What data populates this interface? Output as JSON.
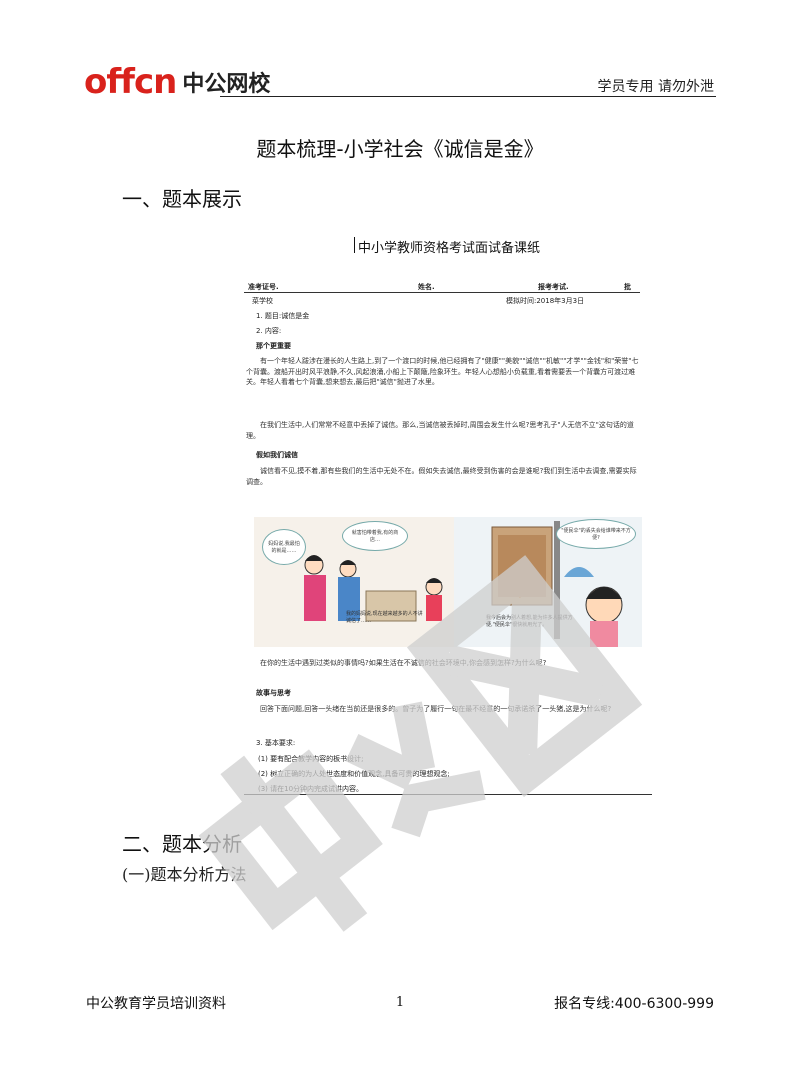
{
  "header": {
    "logo_en": "offcn",
    "logo_cn": "中公网校",
    "right_text": "学员专用  请勿外泄"
  },
  "title": "题本梳理-小学社会《诚信是金》",
  "section1": "一、题本展示",
  "embedded": {
    "doc_title": "中小学教师资格考试面试备课纸",
    "row1": {
      "a": "准考证号.",
      "b": "姓名.",
      "c": "报考考试.",
      "d": "批"
    },
    "row2": {
      "a": "菜学校",
      "b": "模拟时间:2018年3月3日"
    },
    "item1": "1. 题目:诚信是金",
    "item2": "2. 内容:",
    "h_story": "那个更重要",
    "p_story": "有一个年轻人跋涉在漫长的人生路上,到了一个渡口的时候,他已经拥有了\"健康\"\"美貌\"\"诚信\"\"机敏\"\"才学\"\"金钱\"和\"荣誉\"七个背囊。渡船开出时风平浪静,不久,风起浪涌,小船上下颠簸,险象环生。年轻人心想船小负载重,看着需要丢一个背囊方可渡过难关。年轻人看着七个背囊,想来想去,最后把\"诚信\"抛进了水里。",
    "p_question": "在我们生活中,人们常常不经意中丢掉了诚信。那么,当诚信被丢掉时,周围会发生什么呢?思考孔子\"人无信不立\"这句话的道理。",
    "h_wrong": "假如我们诚信",
    "p_wrong": "诚信看不见,摸不着,那有些我们的生活中无处不在。假如失去诚信,最终受到伤害的会是谁呢?我们到生活中去调查,需要实际调查。",
    "bubble1": "妈妈说,我最怕的就是……",
    "bubble2": "就害怕带着我,有的商店…",
    "bubble3": "\"便民伞\"的丢失会给谁带来不方便?",
    "caption1": "我的妈妈说,现在越来越多的人不讲诚信了……",
    "caption2": "我今后会为别人着想,能为许多人提供方便,\"便民伞\"很快就用光了。",
    "p_life": "在你的生活中遇到过类似的事情吗?如果生活在不诚信的社会环境中,你会感到怎样?为什么呢?",
    "h_think": "故事与思考",
    "p_think": "回答下面问题,回答一头绪在当前还是很多的。曾子为了履行一句在最不经意的一句承诺杀了一头猪,这是为什么呢?",
    "item3": "3. 基本要求:",
    "req1": "(1) 要有配合教学内容的板书设计;",
    "req2": "(2) 树立正确的为人处世态度和价值观念,具备可贵的理想观念;",
    "req3": "(3) 请在10分钟内完成试讲内容。"
  },
  "section2": "二、题本分析",
  "subsection1": "(一)题本分析方法",
  "watermark": "中公网校",
  "footer": {
    "left": "中公教育学员培训资料",
    "page": "1",
    "right": "报名专线:400-6300-999"
  },
  "colors": {
    "brand_red": "#d9221c",
    "watermark": "#c8c8c8"
  }
}
